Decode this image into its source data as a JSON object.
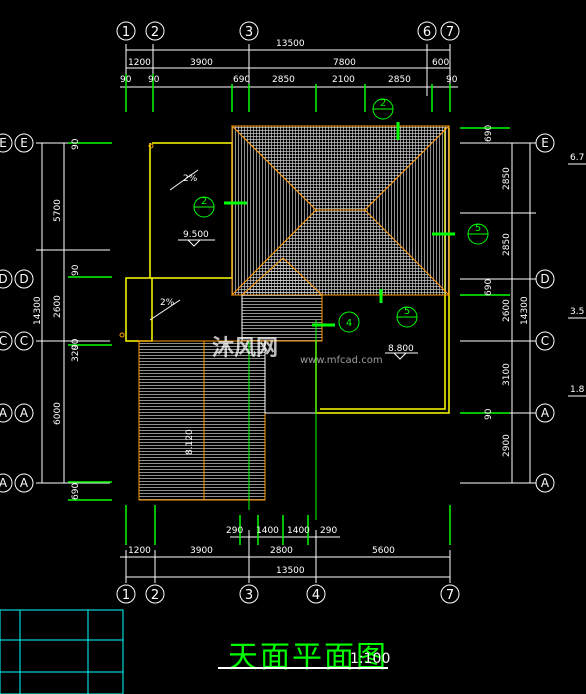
{
  "drawing": {
    "title": "天面平面图",
    "scale": "1:100",
    "watermark": "沐风网",
    "watermark_url": "www.mfcad.com"
  },
  "grid_axes": {
    "top": [
      "1",
      "2",
      "3",
      "6",
      "7"
    ],
    "bottom": [
      "1",
      "2",
      "3",
      "4",
      "7"
    ],
    "left": [
      "E",
      "D",
      "C",
      "A",
      "A"
    ],
    "right": [
      "E",
      "D",
      "C",
      "A",
      "A"
    ]
  },
  "dimensions": {
    "top_overall": "13500",
    "top_row1": [
      "1200",
      "3900",
      "7800",
      "600"
    ],
    "top_row2": [
      "90",
      "90",
      "690",
      "2850",
      "2100",
      "2850",
      "90"
    ],
    "bottom_row1": [
      "290",
      "1400",
      "1400",
      "290"
    ],
    "bottom_row2": [
      "1200",
      "3900",
      "2800",
      "5600"
    ],
    "bottom_overall": "13500",
    "left_overall": "14300",
    "left_row": [
      "5700",
      "2600",
      "6000"
    ],
    "left_small": [
      "90",
      "90",
      "320",
      "90",
      "690"
    ],
    "right_overall": "14300",
    "right_row": [
      "2850",
      "2850",
      "2600",
      "3100",
      "2900"
    ],
    "right_small": [
      "690",
      "690",
      "90"
    ]
  },
  "annotations": {
    "slope_1": "2%",
    "slope_2": "2%",
    "elev_1": "9.500",
    "elev_2": "8.800",
    "elev_3": "8.120",
    "edge_levels": [
      "6.7",
      "3.5",
      "1.8"
    ],
    "callouts": [
      "2",
      "2",
      "4",
      "5",
      "5"
    ]
  }
}
